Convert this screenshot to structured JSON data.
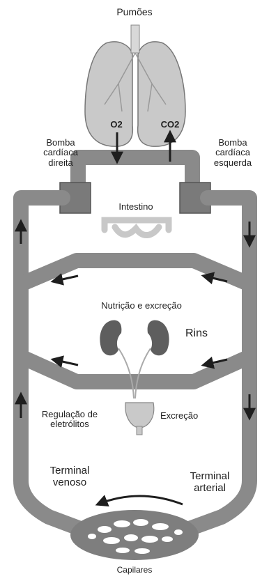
{
  "labels": {
    "lungs": "Pumões",
    "right_pump": "Bomba cardíaca direita",
    "left_pump": "Bomba cardíaca esquerda",
    "intestine": "Intestino",
    "nutrition": "Nutrição e excreção",
    "kidneys": "Rins",
    "electrolyte": "Regulação de eletrólitos",
    "excretion": "Excreção",
    "venous": "Terminal venoso",
    "arterial": "Terminal arterial",
    "capillaries": "Capilares",
    "o2": "O2",
    "co2": "CO2"
  },
  "colors": {
    "vessel": "#8a8a8a",
    "vessel_dark": "#6f6f6f",
    "organ": "#c9c9c9",
    "kidney": "#5e5e5e",
    "arrow": "#1e1e1e",
    "text": "#222222"
  }
}
